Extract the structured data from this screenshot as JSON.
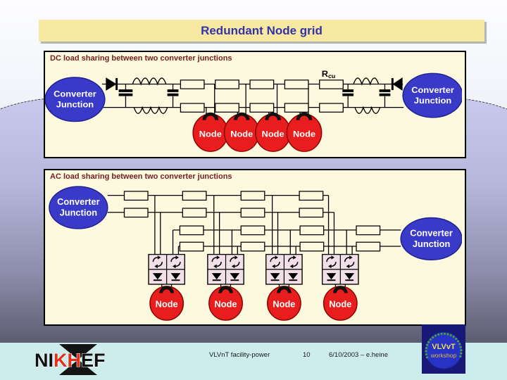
{
  "slide": {
    "title": "Redundant Node grid"
  },
  "labels": {
    "converter_junction_line1": "Converter",
    "converter_junction_line2": "Junction",
    "node": "Node"
  },
  "dc_section": {
    "heading": "DC load sharing between two converter junctions",
    "rcu_main": "R",
    "rcu_sub": "cu",
    "node_count": 4
  },
  "ac_section": {
    "heading": "AC load sharing between two converter junctions",
    "node_count": 4,
    "converter_module_count": 4
  },
  "footer": {
    "nikhef_logo": {
      "part1": "NI",
      "part2": "KH",
      "part3": "EF"
    },
    "doc_title": "VLVnT facility-power",
    "page_number": "10",
    "date_author": "6/10/2003 – e.heine",
    "workshop_logo": {
      "line1": "VLVvT",
      "line2": "workshop"
    }
  },
  "colors": {
    "title_bg": "#F8E9A2",
    "title_text": "#3333A6",
    "panel_bg": "#FDF9DF",
    "panel_heading": "#732020",
    "converter_ellipse": "#3A3AC8",
    "node_red": "#E81E1E",
    "footer_bg": "#CDECEC",
    "background_shape_top": "#C9C9EE",
    "background_shape_bottom": "#5C5C70",
    "nikhef_red": "#E0301A",
    "workshop_navy": "#181878"
  }
}
